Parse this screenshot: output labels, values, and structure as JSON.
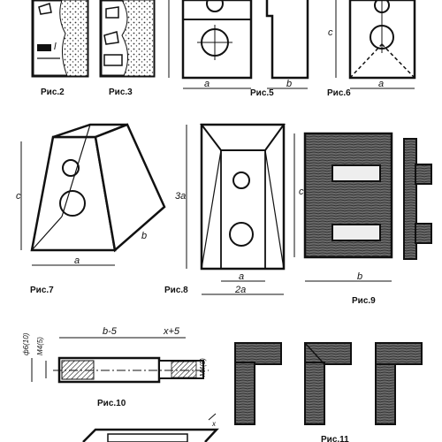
{
  "captions": {
    "fig2": "Рис.2",
    "fig3": "Рис.3",
    "fig5": "Рис.5",
    "fig6": "Рис.6",
    "fig7": "Рис.7",
    "fig8": "Рис.8",
    "fig9": "Рис.9",
    "fig10": "Рис.10",
    "fig11": "Рис.11"
  },
  "dimensions": {
    "l": "l",
    "a": "a",
    "b": "b",
    "c": "c",
    "three_a": "3a",
    "two_a": "2a",
    "b_minus_5": "b-5",
    "x_plus_5": "x+5",
    "phi6_10": "ф6(10)",
    "m4_5": "M4(5)",
    "x": "x"
  },
  "colors": {
    "ink": "#111111",
    "paper": "#ffffff",
    "wood": "#555555"
  }
}
